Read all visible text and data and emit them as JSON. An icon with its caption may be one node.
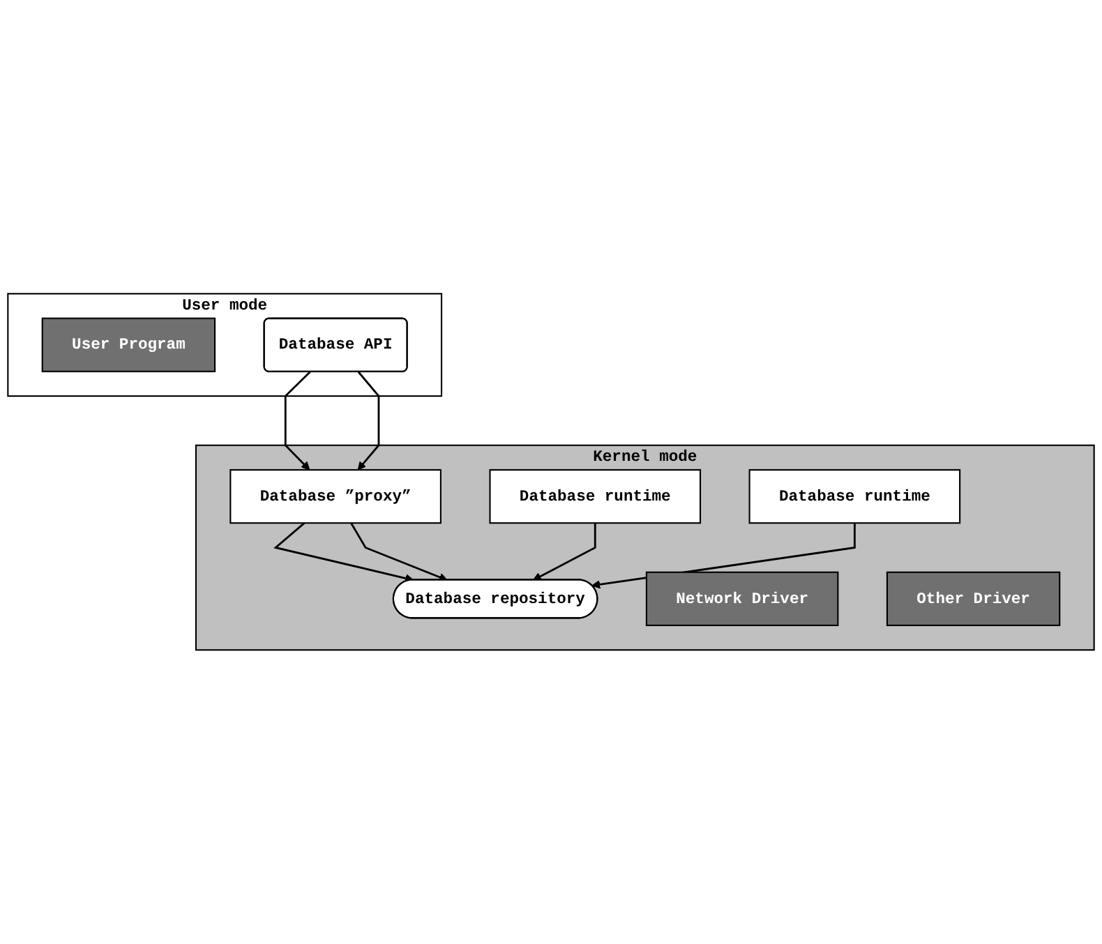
{
  "diagram": {
    "nodes": [
      {
        "text": [
          "User mode"
        ]
      },
      {
        "text": [
          "User Program"
        ],
        "in": 0
      },
      {
        "text": [
          "Database API"
        ],
        "in": 0
      },
      {
        "text": [
          "Kernel mode"
        ]
      },
      {
        "text": [
          "Database ”proxy”"
        ],
        "in": 3
      },
      {
        "text": [
          "Database repository"
        ],
        "in": 3
      },
      {
        "text": [
          "Database runtime"
        ],
        "in": 3
      },
      {
        "text": [
          "Database runtime"
        ],
        "in": 3
      },
      {
        "text": [
          "Network Driver"
        ],
        "in": 3
      },
      {
        "text": [
          "Other Driver"
        ],
        "in": 3
      }
    ],
    "edges": [
      {
        "from": 2,
        "to": 4,
        "arrow": "to"
      },
      {
        "from": 2,
        "to": 4,
        "arrow": "to"
      },
      {
        "from": 4,
        "to": 5,
        "arrow": "to"
      },
      {
        "from": 4,
        "to": 5,
        "arrow": "to"
      },
      {
        "from": 6,
        "to": 5,
        "arrow": "to"
      },
      {
        "from": 7,
        "to": 5,
        "arrow": "to"
      }
    ]
  }
}
